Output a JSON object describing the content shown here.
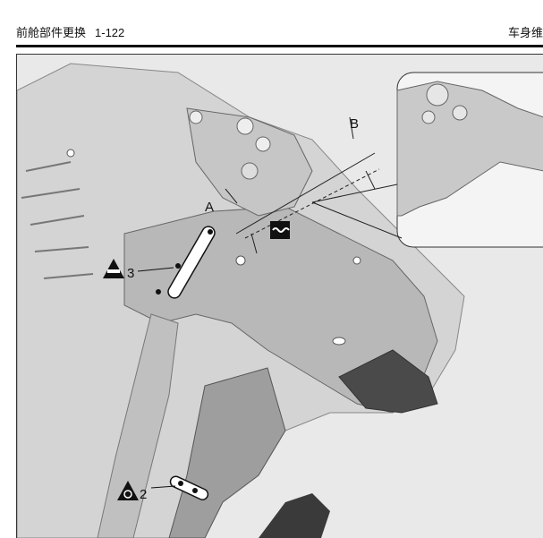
{
  "header": {
    "section_title": "前舱部件更换",
    "page_number": "1-122",
    "chapter_title": "车身维"
  },
  "figure": {
    "labels": {
      "dim_a": "A",
      "dim_b": "B",
      "callout_3": "3",
      "callout_2": "2"
    },
    "icons": [
      "spot-weld-remove-icon",
      "weld-icon",
      "wavy-seam-icon"
    ]
  }
}
